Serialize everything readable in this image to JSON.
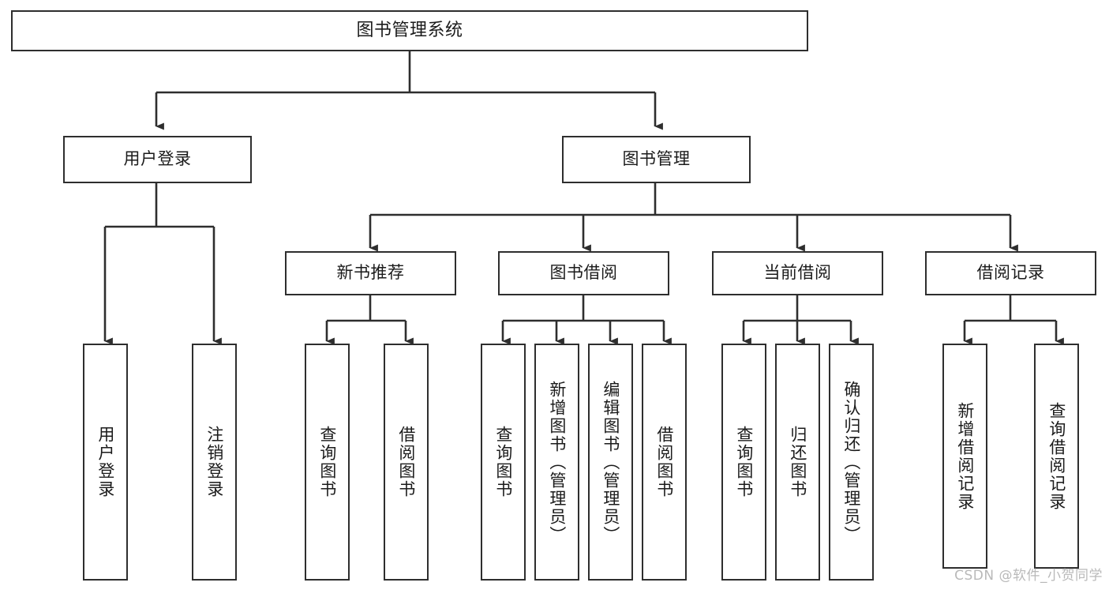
{
  "diagram": {
    "type": "hierarchy-tree",
    "title": "图书管理系统",
    "levels": 3,
    "root": {
      "label": "图书管理系统"
    },
    "level2": [
      {
        "label": "用户登录"
      },
      {
        "label": "图书管理"
      }
    ],
    "level3": [
      {
        "label": "新书推荐"
      },
      {
        "label": "图书借阅"
      },
      {
        "label": "当前借阅"
      },
      {
        "label": "借阅记录"
      }
    ],
    "leaves": [
      {
        "label": "用户登录",
        "parent": "用户登录"
      },
      {
        "label": "注销登录",
        "parent": "用户登录"
      },
      {
        "label": "查询图书",
        "parent": "新书推荐"
      },
      {
        "label": "借阅图书",
        "parent": "新书推荐"
      },
      {
        "label": "查询图书",
        "parent": "图书借阅"
      },
      {
        "label": "新增图书（管理员）",
        "parent": "图书借阅"
      },
      {
        "label": "编辑图书（管理员）",
        "parent": "图书借阅"
      },
      {
        "label": "借阅图书",
        "parent": "图书借阅"
      },
      {
        "label": "查询图书",
        "parent": "当前借阅"
      },
      {
        "label": "归还图书",
        "parent": "当前借阅"
      },
      {
        "label": "确认归还（管理员）",
        "parent": "当前借阅"
      },
      {
        "label": "新增借阅记录",
        "parent": "借阅记录"
      },
      {
        "label": "查询借阅记录",
        "parent": "借阅记录"
      }
    ]
  },
  "watermark": {
    "text": "CSDN @软件_小贺同学"
  },
  "colors": {
    "stroke": "#2e2e2e",
    "background": "#ffffff",
    "text": "#1b1b1b",
    "watermark": "#b9b9b9"
  }
}
